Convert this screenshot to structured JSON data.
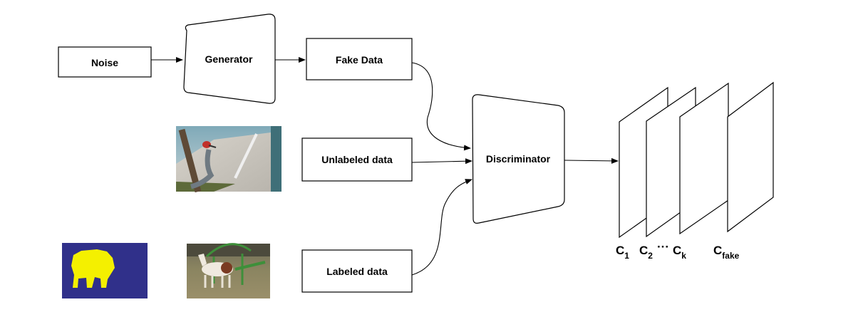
{
  "nodes": {
    "noise": "Noise",
    "generator": "Generator",
    "fake_data": "Fake Data",
    "unlabeled_data": "Unlabeled data",
    "labeled_data": "Labeled data",
    "discriminator": "Discriminator"
  },
  "outputs": {
    "c1_base": "C",
    "c1_sub": "1",
    "c2_base": "C",
    "c2_sub": "2",
    "ellipsis": "···",
    "ck_base": "C",
    "ck_sub": "k",
    "cfake_base": "C",
    "cfake_sub": "fake"
  },
  "colors": {
    "mask_background": "#30308a",
    "mask_foreground": "#f4f000",
    "stroke": "#000000"
  }
}
